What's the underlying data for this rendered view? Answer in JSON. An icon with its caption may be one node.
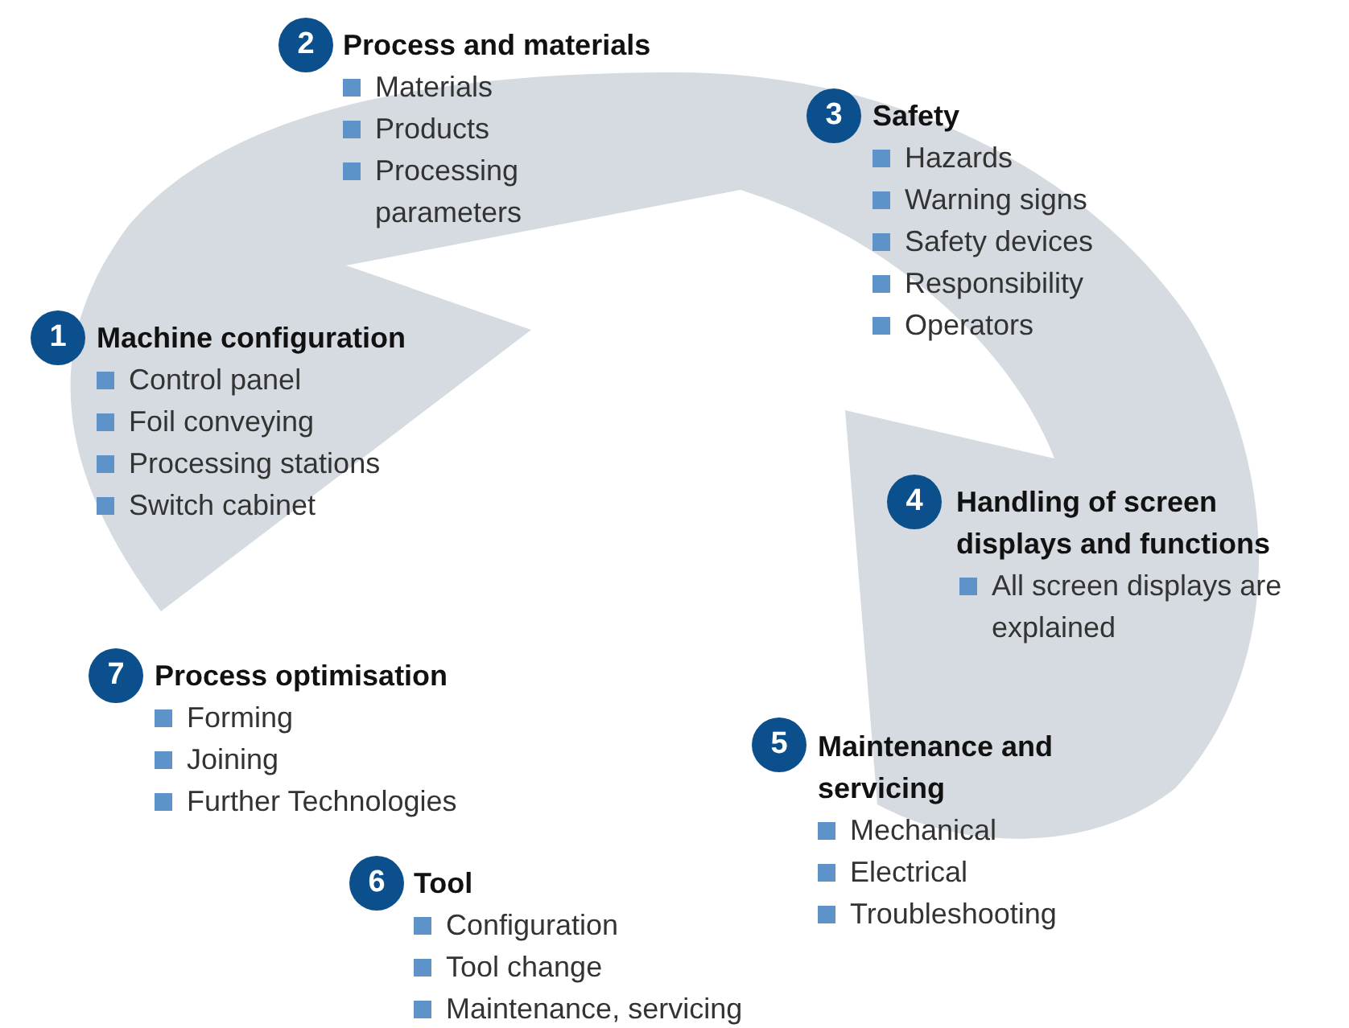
{
  "diagram": {
    "nodes": [
      {
        "text": [
          "1"
        ],
        "beside": [
          "Machine configuration",
          "Control panel",
          "Foil conveying",
          "Processing stations",
          "Switch cabinet"
        ]
      },
      {
        "text": [
          "2"
        ],
        "beside": [
          "Process and materials",
          "Materials",
          "Products",
          "Processing parameters"
        ]
      },
      {
        "text": [
          "3"
        ],
        "beside": [
          "Safety",
          "Hazards",
          "Warning signs",
          "Safety devices",
          "Responsibility",
          "Operators"
        ]
      },
      {
        "text": [
          "4"
        ],
        "beside": [
          "Handling of screen displays and functions",
          "All screen displays are explained"
        ]
      },
      {
        "text": [
          "5"
        ],
        "beside": [
          "Maintenance and servicing",
          "Mechanical",
          "Electrical",
          "Troubleshooting"
        ]
      },
      {
        "text": [
          "6"
        ],
        "beside": [
          "Tool",
          "Configuration",
          "Tool change",
          "Maintenance, servicing"
        ]
      },
      {
        "text": [
          "7"
        ],
        "beside": [
          "Process optimisation",
          "Forming",
          "Joining",
          "Further Technologies"
        ]
      }
    ]
  }
}
